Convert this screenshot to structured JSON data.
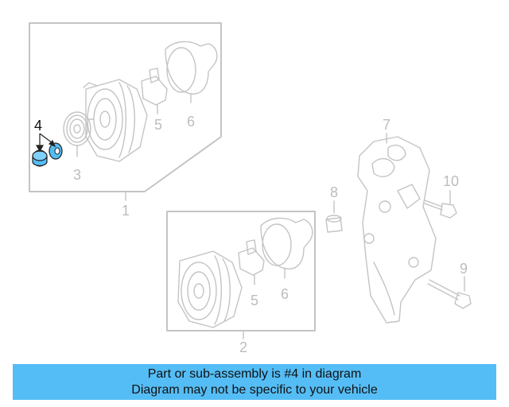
{
  "diagram": {
    "callouts": [
      {
        "id": "1",
        "label": "1"
      },
      {
        "id": "2",
        "label": "2"
      },
      {
        "id": "3",
        "label": "3"
      },
      {
        "id": "4",
        "label": "4"
      },
      {
        "id": "5a",
        "label": "5"
      },
      {
        "id": "5b",
        "label": "5"
      },
      {
        "id": "6a",
        "label": "6"
      },
      {
        "id": "6b",
        "label": "6"
      },
      {
        "id": "7",
        "label": "7"
      },
      {
        "id": "8",
        "label": "8"
      },
      {
        "id": "9",
        "label": "9"
      },
      {
        "id": "10",
        "label": "10"
      }
    ],
    "highlight_part": "4",
    "colors": {
      "line": "#c4c4c4",
      "highlight": "#55bdf5",
      "banner": "#55bdf5"
    }
  },
  "banner": {
    "line1": "Part or sub-assembly is #4 in diagram",
    "line2": "Diagram may not be specific to your vehicle"
  }
}
